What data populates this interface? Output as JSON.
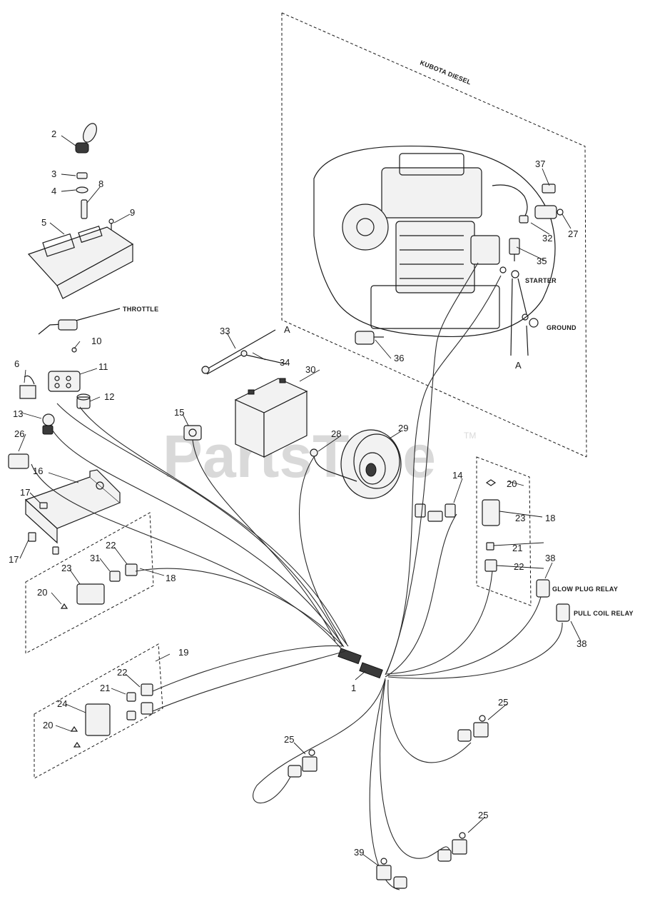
{
  "watermark": {
    "text": "PartsTree",
    "tm": "TM"
  },
  "captions": {
    "kubota": "KUBOTA DIESEL",
    "throttle": "THROTTLE",
    "starter": "STARTER",
    "ground": "GROUND",
    "glow_plug_relay": "GLOW PLUG RELAY",
    "pull_coil_relay": "PULL COIL RELAY",
    "a_top": "A",
    "a_bottom": "A"
  },
  "callouts": [
    "2",
    "3",
    "4",
    "8",
    "9",
    "5",
    "6",
    "11",
    "12",
    "10",
    "13",
    "26",
    "15",
    "16",
    "17",
    "17",
    "23",
    "31",
    "22",
    "18",
    "20",
    "19",
    "22",
    "21",
    "24",
    "20",
    "1",
    "25",
    "25",
    "25",
    "39",
    "33",
    "34",
    "30",
    "36",
    "28",
    "29",
    "14",
    "20",
    "23",
    "18",
    "21",
    "22",
    "38",
    "38",
    "37",
    "32",
    "27",
    "35"
  ]
}
